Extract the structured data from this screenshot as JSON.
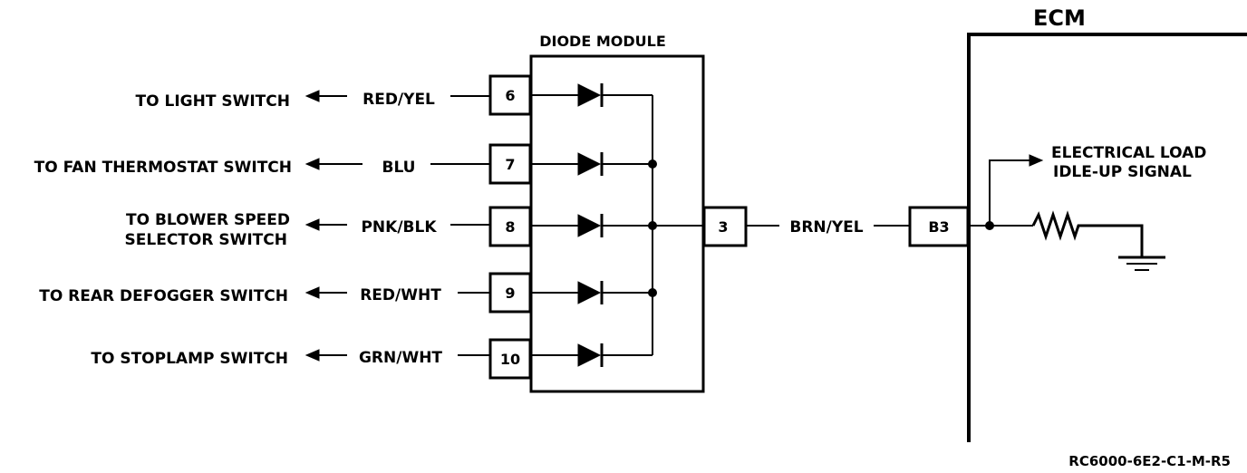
{
  "header": {
    "module_title": "DIODE MODULE",
    "ecm_title": "ECM"
  },
  "circuits": [
    {
      "destination": [
        "TO LIGHT SWITCH"
      ],
      "wire_color": "RED/YEL",
      "pin": "6"
    },
    {
      "destination": [
        "TO FAN THERMOSTAT SWITCH"
      ],
      "wire_color": "BLU",
      "pin": "7"
    },
    {
      "destination": [
        "TO BLOWER SPEED",
        "SELECTOR SWITCH"
      ],
      "wire_color": "PNK/BLK",
      "pin": "8"
    },
    {
      "destination": [
        "TO REAR DEFOGGER SWITCH"
      ],
      "wire_color": "RED/WHT",
      "pin": "9"
    },
    {
      "destination": [
        "TO STOPLAMP SWITCH"
      ],
      "wire_color": "GRN/WHT",
      "pin": "10"
    }
  ],
  "output": {
    "pin": "3",
    "wire_color": "BRN/YEL",
    "ecm_pin": "B3"
  },
  "signal": {
    "line1": "ELECTRICAL LOAD",
    "line2": "IDLE-UP SIGNAL"
  },
  "footer": {
    "code": "RC6000-6E2-C1-M-R5"
  }
}
